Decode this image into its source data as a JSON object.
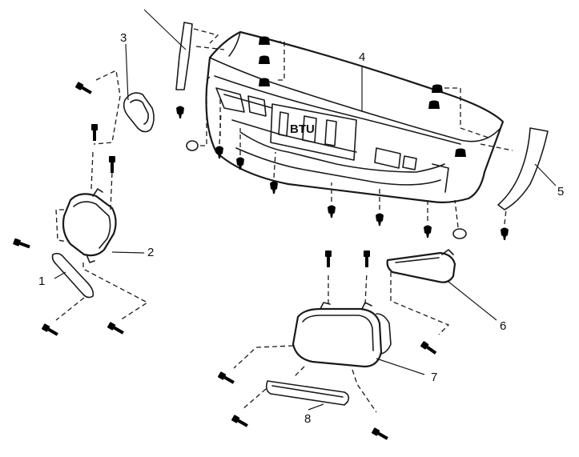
{
  "callouts": [
    {
      "id": "1",
      "text": "1"
    },
    {
      "id": "2",
      "text": "2"
    },
    {
      "id": "3",
      "text": "3"
    },
    {
      "id": "4",
      "text": "4"
    },
    {
      "id": "5",
      "text": "5"
    },
    {
      "id": "6",
      "text": "6"
    },
    {
      "id": "7",
      "text": "7"
    },
    {
      "id": "8",
      "text": "8"
    }
  ],
  "bumper_plate_text": "BTU"
}
